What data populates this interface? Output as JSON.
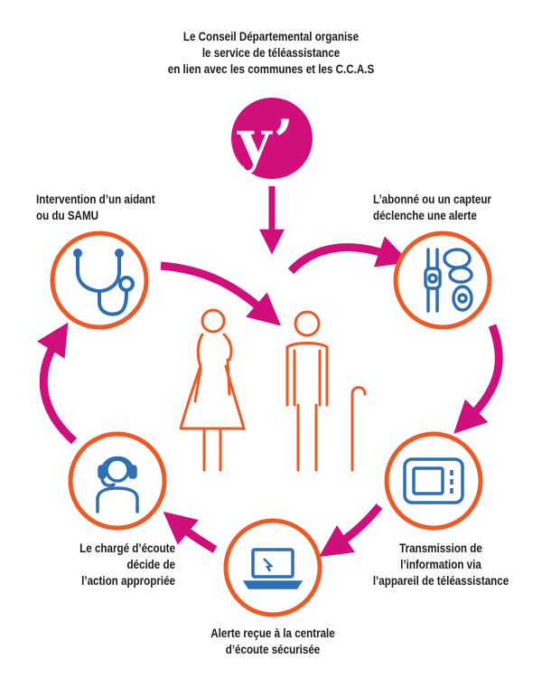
{
  "colors": {
    "magenta": "#d10f7c",
    "orange": "#ef5a24",
    "blue": "#2e6eb5",
    "text": "#1a1a1a"
  },
  "header": {
    "line1": "Le Conseil Départemental organise",
    "line2": "le service de téléassistance",
    "line3": "en lien avec les communes et les C.C.A.S"
  },
  "logo": {
    "mark": "y’"
  },
  "steps": {
    "alert": {
      "line1": "L’abonné ou un capteur",
      "line2": "déclenche une alerte",
      "icon": "sensor-bracelet-icon"
    },
    "transmission": {
      "line1": "Transmission de",
      "line2": "l’information via",
      "line3": "l’appareil de téléassistance",
      "icon": "teleassistance-device-icon"
    },
    "reception": {
      "line1": "Alerte reçue à la centrale",
      "line2": "d’écoute sécurisée",
      "icon": "laptop-icon"
    },
    "operator": {
      "line1": "Le chargé d’écoute",
      "line2": "décide de",
      "line3": "l’action appropriée",
      "icon": "headset-operator-icon"
    },
    "intervention": {
      "line1": "Intervention d’un aidant",
      "line2": "ou du SAMU",
      "icon": "stethoscope-icon"
    }
  },
  "center_icon": "elderly-couple-icon"
}
